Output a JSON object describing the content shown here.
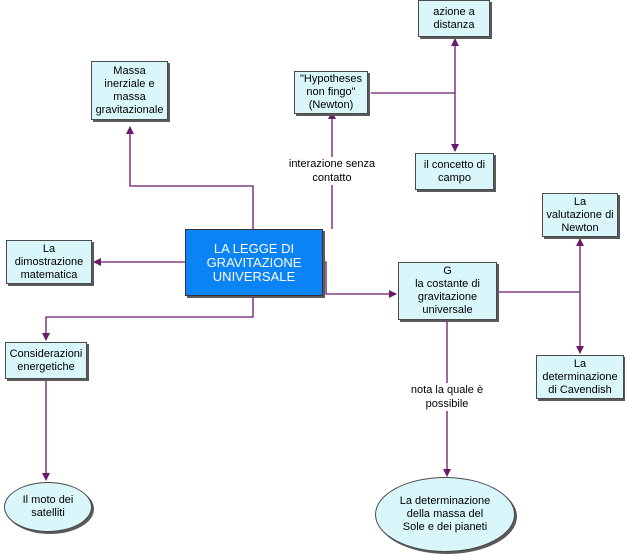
{
  "diagram": {
    "colors": {
      "node_fill": "#d9f6fb",
      "main_fill": "#0a83f5",
      "edge": "#6a1a6a"
    },
    "nodes": {
      "main": "LA LEGGE DI\nGRAVITAZIONE\nUNIVERSALE",
      "massa": "Massa\ninerziale e\nmassa\ngravitazionale",
      "hypotheses": "\"Hypotheses\nnon fingo\"\n(Newton)",
      "azione": "azione a\ndistanza",
      "campo": "il concetto di\ncampo",
      "dimostrazione": "La\ndimostrazione\nmatematica",
      "g_costante": "G\nla costante di\ngravitazione\nuniversale",
      "valutazione": "La\nvalutazione di\nNewton",
      "cavendish": "La\ndeterminazione\ndi Cavendish",
      "energetiche": "Considerazioni\nenergetiche",
      "satelliti": "Il moto dei\nsatelliti",
      "massa_sole": "La determinazione\ndella massa del\nSole e dei pianeti"
    },
    "labels": {
      "interazione": "interazione senza\ncontatto",
      "nota": "nota la quale è\npossibile"
    }
  }
}
